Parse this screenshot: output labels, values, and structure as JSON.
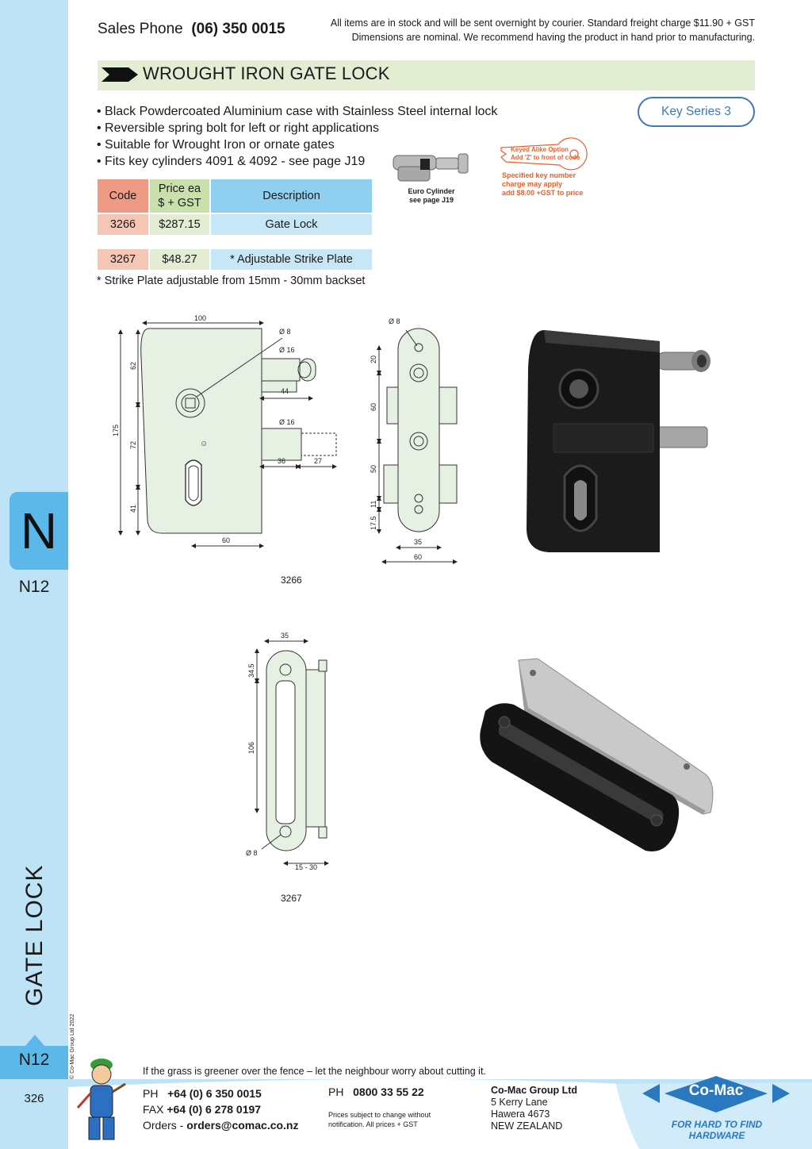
{
  "header": {
    "sales_label": "Sales Phone",
    "sales_number": "(06) 350 0015",
    "notice_line1": "All items are in stock and will be sent overnight by courier. Standard freight charge $11.90 + GST",
    "notice_line2": "Dimensions are nominal. We recommend having the product in hand prior to manufacturing."
  },
  "sidebar": {
    "tab_letter": "N",
    "tab_code": "N12",
    "section_title": "GATE LOCK",
    "copyright": "© Co-Mac Group Ltd 2022",
    "bottom_code": "N12",
    "page_number": "326"
  },
  "product": {
    "title": "WROUGHT IRON GATE LOCK",
    "key_series": "Key Series 3",
    "bullets": [
      "• Black Powdercoated Aluminium case with Stainless Steel internal lock",
      "• Reversible spring bolt for left or right applications",
      "• Suitable for Wrought Iron or ornate gates",
      "• Fits key cylinders 4091 & 4092 - see page J19"
    ]
  },
  "table": {
    "headers": {
      "code": "Code",
      "price_1": "Price ea",
      "price_2": "$ + GST",
      "description": "Description"
    },
    "rows": [
      {
        "code": "3266",
        "price": "$287.15",
        "description": "Gate Lock"
      },
      {
        "code": "3267",
        "price": "$48.27",
        "description": "* Adjustable Strike Plate"
      }
    ],
    "note": "* Strike Plate adjustable from 15mm - 30mm backset"
  },
  "cylinder": {
    "label_1": "Euro Cylinder",
    "label_2": "see page J19",
    "key_alike_1": "Keyed Alike Option",
    "key_alike_2": "Add 'Z' to front of code",
    "key_charge_1": "Specified key number",
    "key_charge_2": "charge may apply",
    "key_charge_3": "add $8.00 +GST to price"
  },
  "drawings": {
    "lock_label": "3266",
    "strike_label": "3267",
    "lock_dims": {
      "width": "100",
      "d8": "Ø 8",
      "d16a": "Ø 16",
      "d16b": "Ø 16",
      "d44": "44",
      "d36": "36",
      "d27": "27",
      "d60": "60",
      "h175": "175",
      "h62": "62",
      "h72": "72",
      "h41": "41"
    },
    "side_dims": {
      "d8": "Ø 8",
      "h20": "20",
      "h60": "60",
      "h50": "50",
      "h11": "11",
      "h175": "17.5",
      "w35": "35",
      "w60": "60"
    },
    "strike_dims": {
      "w35": "35",
      "h345": "34.5",
      "h106": "106",
      "d8": "Ø 8",
      "w1530": "15 - 30"
    }
  },
  "footer": {
    "tagline": "If the grass is greener over the fence – let the neighbour worry about cutting it.",
    "ph_label": "PH",
    "ph_number": "+64 (0) 6 350 0015",
    "fax_label": "FAX",
    "fax_number": "+64 (0) 6 278 0197",
    "orders_label": "Orders -",
    "orders_email": "orders@comac.co.nz",
    "ph2_label": "PH",
    "ph2_number": "0800 33 55 22",
    "small_1": "Prices subject to change without",
    "small_2": "notification. All prices + GST",
    "company": "Co-Mac Group Ltd",
    "addr_1": "5 Kerry Lane",
    "addr_2": "Hawera 4673",
    "addr_3": "NEW ZEALAND",
    "logo": "Co-Mac",
    "logo_tagline": "FOR HARD TO FIND HARDWARE"
  },
  "colors": {
    "sidebar": "#bfe3f6",
    "tab": "#5bb8e8",
    "title_bar": "#e2edd4",
    "accent_blue": "#3d78ba",
    "orange": "#e8612c"
  }
}
